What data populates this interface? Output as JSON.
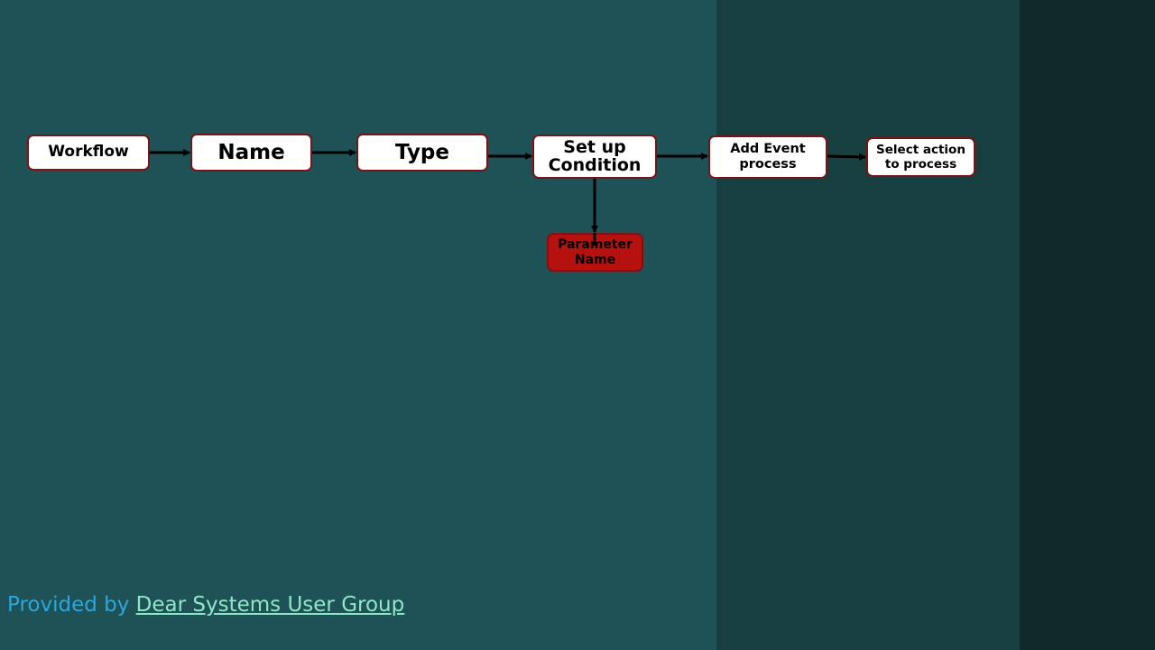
{
  "colors": {
    "background_main": "#1e5256",
    "background_mid": "#183f40",
    "background_right": "#10292a",
    "footer_text": "#2aa8dc",
    "footer_link": "#8ee8c8",
    "node_fill": "#ffffff",
    "node_border": "#7a1414",
    "highlight_fill": "#b5120f",
    "connector": "#000000"
  },
  "diagram": {
    "nodes": {
      "workflow": "Workflow",
      "name": "Name",
      "type": "Type",
      "condition": "Set up\nCondition",
      "event": "Add Event\nprocess",
      "action": "Select action\nto process",
      "parameter": "Parameter\nName"
    }
  },
  "footer": {
    "prefix": "Provided by ",
    "link_text": "Dear Systems User Group"
  }
}
